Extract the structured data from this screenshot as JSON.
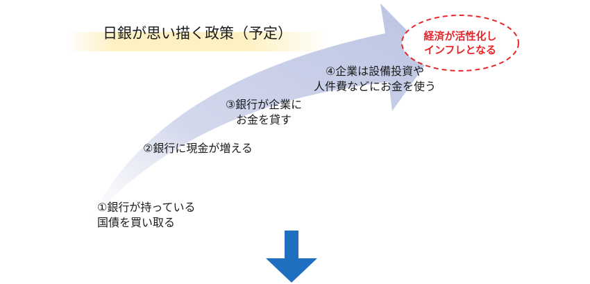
{
  "title": "日銀が思い描く政策（予定）",
  "steps": [
    {
      "line1": "①銀行が持っている",
      "line2": "国債を買い取る"
    },
    {
      "line1": "②銀行に現金が増える"
    },
    {
      "line1": "③銀行が企業に",
      "line2": "お金を貸す"
    },
    {
      "line1": "④企業は設備投資や",
      "line2": "人件費などにお金を使う"
    }
  ],
  "goal": {
    "line1": "経済が活性化し",
    "line2": "インフレとなる"
  },
  "colors": {
    "curve_arrow": "#c9cfe6",
    "goal_text": "#e8262a",
    "goal_border": "#e8262a",
    "title_band": "#fdf1c4",
    "down_arrow": "#1f6fc0"
  },
  "icons": {
    "down_arrow": "down-arrow-icon"
  }
}
